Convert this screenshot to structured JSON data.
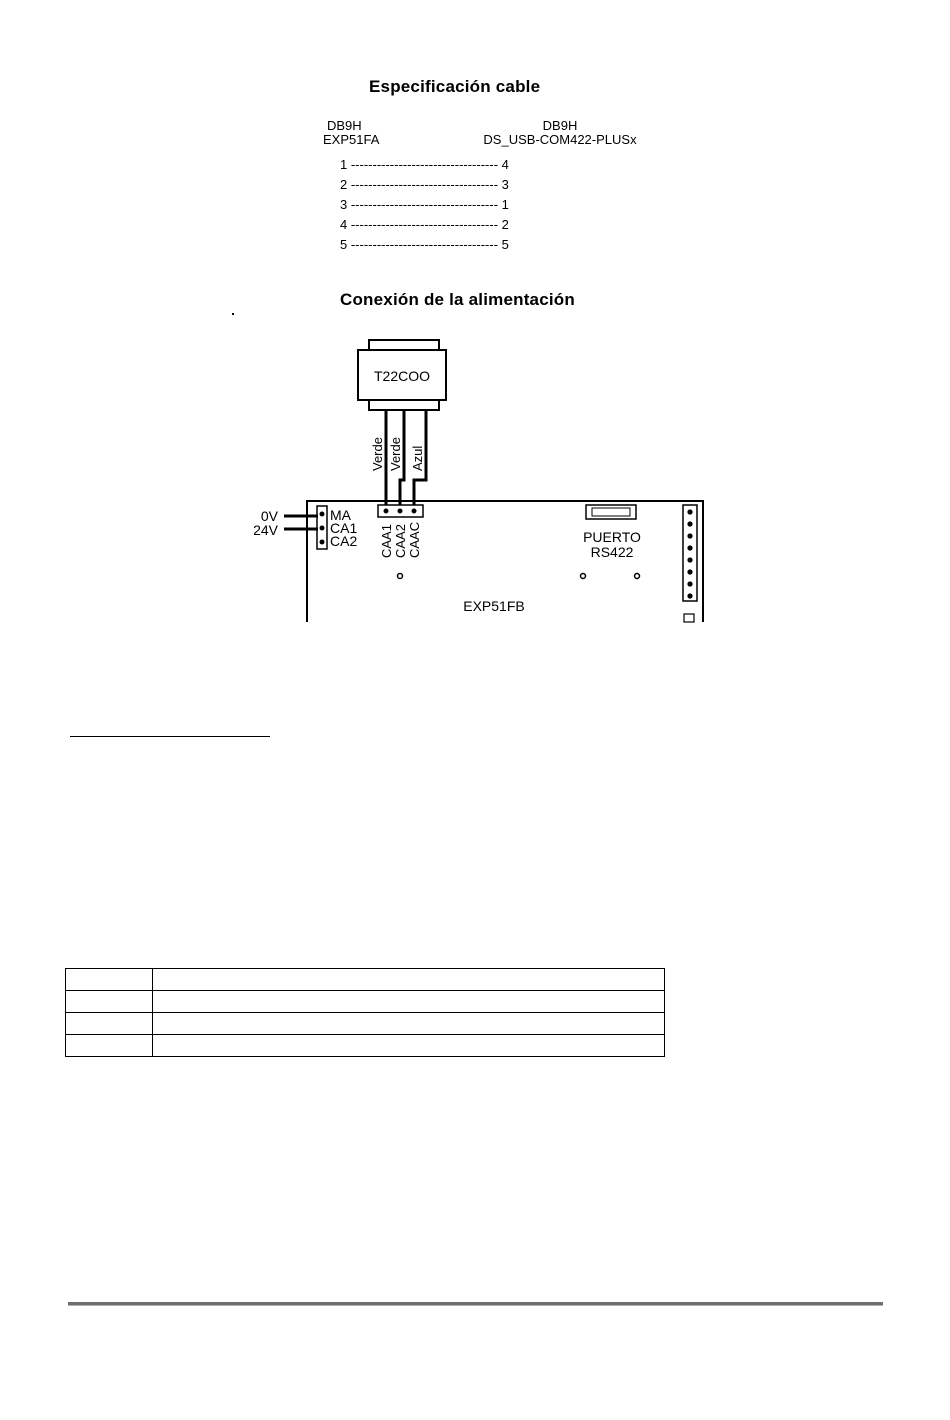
{
  "cable_spec": {
    "title": "Especificación cable",
    "left_connector": {
      "type": "DB9H",
      "device": "EXP51FA"
    },
    "right_connector": {
      "type": "DB9H",
      "device": "DS_USB-COM422-PLUSx"
    },
    "pin_map": [
      {
        "from": "1",
        "to": "4"
      },
      {
        "from": "2",
        "to": "3"
      },
      {
        "from": "3",
        "to": "1"
      },
      {
        "from": "4",
        "to": "2"
      },
      {
        "from": "5",
        "to": "5"
      }
    ]
  },
  "power": {
    "title": "Conexión de la alimentación",
    "transformer": "T22COO",
    "wires": [
      "Verde",
      "Verde",
      "Azul"
    ],
    "supply_labels": [
      "0V",
      "24V"
    ],
    "left_terminals": [
      "MA",
      "CA1",
      "CA2"
    ],
    "center_terminals": [
      "CAA1",
      "CAA2",
      "CAAC"
    ],
    "port_label_line1": "PUERTO",
    "port_label_line2": "RS422",
    "board_label": "EXP51FB"
  }
}
